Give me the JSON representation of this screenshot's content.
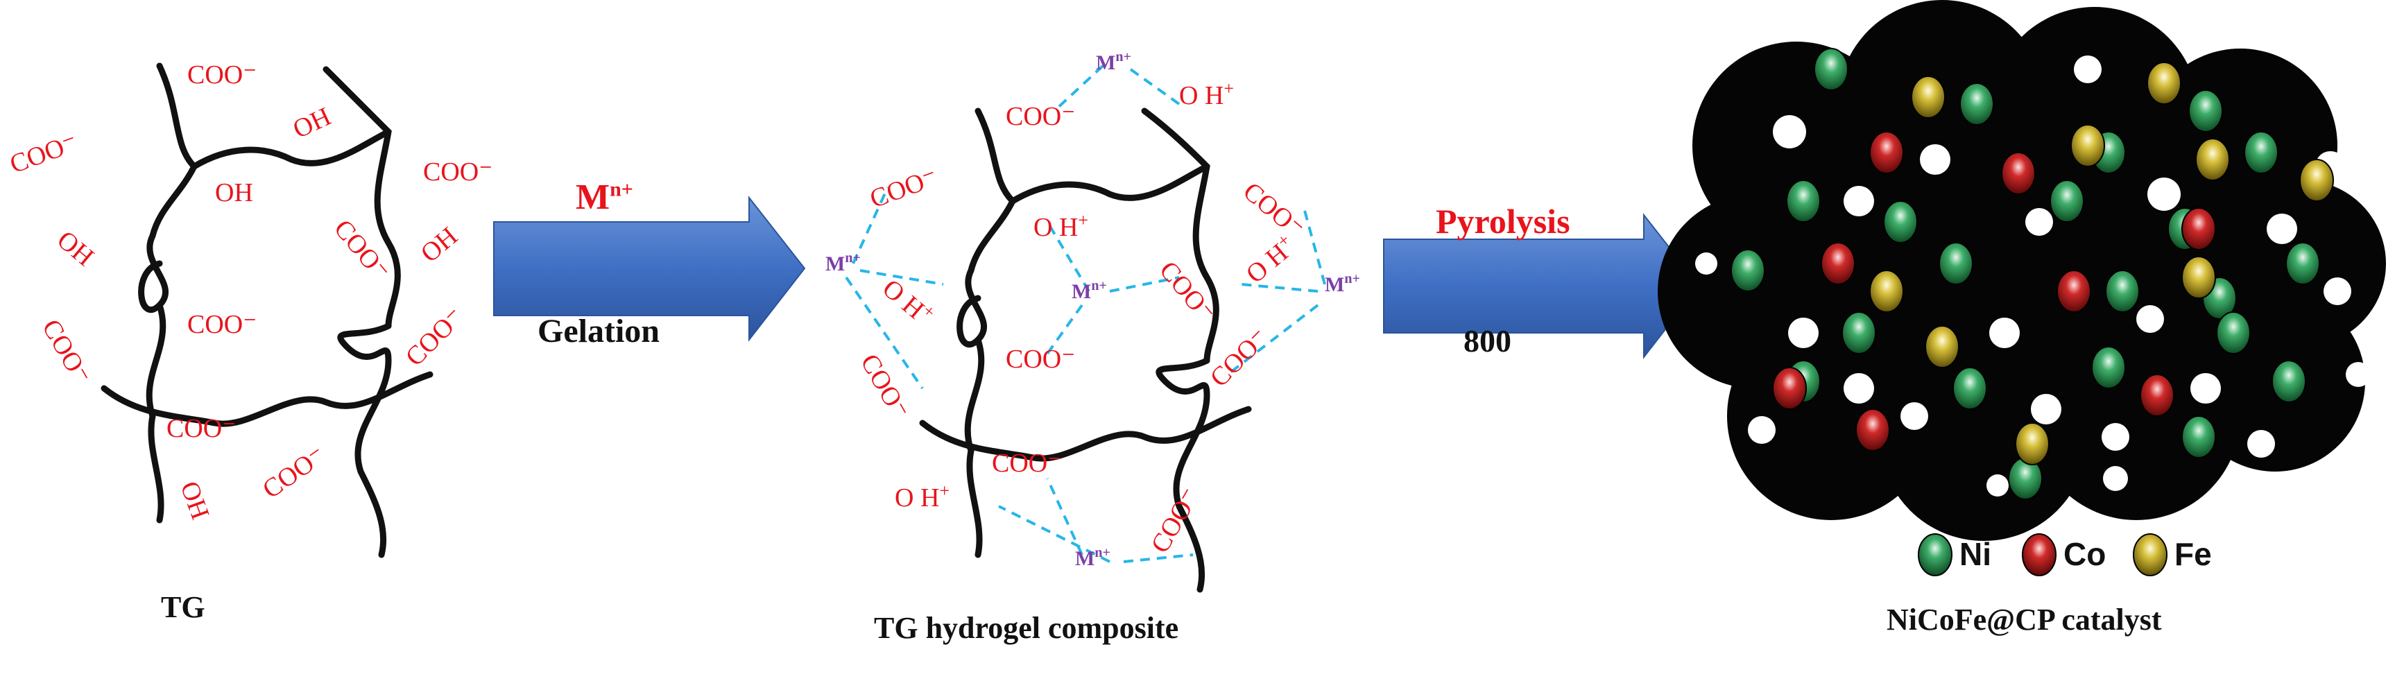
{
  "panels": {
    "left": {
      "caption": "TG"
    },
    "middle": {
      "caption": "TG hydrogel composite"
    },
    "right": {
      "caption": "NiCoFe@CP catalyst"
    }
  },
  "arrows": {
    "first": {
      "top_label": "M",
      "top_sup": "n+",
      "bottom_label": "Gelation"
    },
    "second": {
      "top_label": "Pyrolysis",
      "bottom_label": "800"
    }
  },
  "groups": {
    "carboxylate": "COO",
    "hydroxyl": "OH",
    "metal_ion": "M",
    "metal_sup": "n+",
    "protonated_hydroxyl": "O H",
    "proton_sup": "+"
  },
  "legend": [
    {
      "label": "Ni",
      "color": "#1a7a3a"
    },
    {
      "label": "Co",
      "color": "#a01818"
    },
    {
      "label": "Fe",
      "color": "#b8a020"
    }
  ],
  "colors": {
    "group_text": "#e8141c",
    "chain": "#111111",
    "arrow": "#3f6fc4",
    "coordination_line": "#27b6e8",
    "metal_label": "#7b3fa8"
  }
}
